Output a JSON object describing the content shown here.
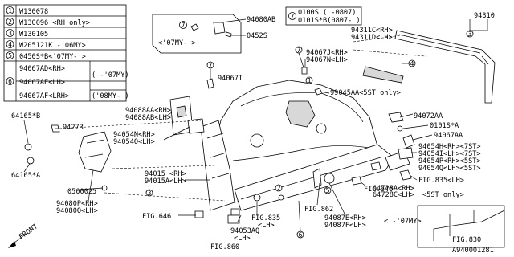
{
  "legend": {
    "rows": [
      {
        "num": "1",
        "part": "W130078"
      },
      {
        "num": "2",
        "part": "W130096 <RH only>"
      },
      {
        "num": "3",
        "part": "W130105"
      },
      {
        "num": "4",
        "part": "W205121K -'06MY>"
      },
      {
        "num": "5",
        "part": "0450S*B<'07MY- >"
      }
    ],
    "row6": {
      "num": "6",
      "lines": [
        "94067AD<RH>",
        "94067AE<LH>",
        "94067AF<LRH>"
      ],
      "dates": [
        "( -'07MY)",
        "('08MY- )"
      ]
    }
  },
  "inset_07my": {
    "l1": "94080AB",
    "l2": "0452S",
    "note": "<'07MY- >",
    "num": "7"
  },
  "inset_top": {
    "num": "7",
    "l1": "0100S ( -0807)",
    "l2": "0101S*B(0807- )"
  },
  "labels": {
    "p94310": "94310",
    "p94311C": "94311C<RH>",
    "p94311D": "94311D<LH>",
    "p94067J": "94067J<RH>",
    "p94067N": "94067N<LH>",
    "p99045": "99045AA<5ST only>",
    "p94067I": "94067I",
    "p94088AA": "94088AA<RH>",
    "p94088AB": "94088AB<LH>",
    "p64165B": "64165*B",
    "p94273": "94273",
    "p94054N": "94054N<RH>",
    "p94054O": "94054O<LH>",
    "p94072AA": "94072AA",
    "p0101S": "0101S*A",
    "p94067AA": "94067AA",
    "p94054H": "94054H<RH><7ST>",
    "p94054I": "94054I<LH><7ST>",
    "p94054P": "94054P<RH><5ST>",
    "p94054Q": "94054Q<LH><5ST>",
    "fig835r": "FIG.835<LH>",
    "p64165A": "64165*A",
    "p0500025": "0500025",
    "p94080P": "94080P<RH>",
    "p94080Q": "94080Q<LH>",
    "p94015": "94015 <RH>",
    "p94015A": "94015A<LH>",
    "fig646a": "FIG.646",
    "fig646b": "FIG.646",
    "fig862": "FIG.862",
    "p64728A": "64728A<RH>",
    "p64728C": "64728C<LH>",
    "note5st": "<5ST only>",
    "fig835": "FIG.835",
    "fig835lh": "<LH>",
    "p94053": "94053AQ",
    "p94053lh": "<LH>",
    "fig860": "FIG.860",
    "p94087E": "94087E<RH>",
    "p94087F": "94087F<LH>",
    "note07": "< -'07MY>",
    "fig830": "FIG.830",
    "front": "FRONT",
    "code": "A940001281"
  }
}
